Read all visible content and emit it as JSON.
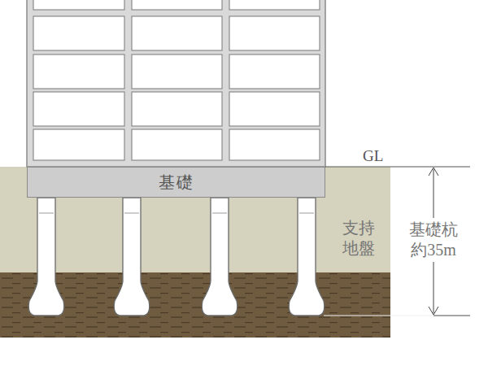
{
  "diagram": {
    "nodes": [
      {
        "text": [
          "基礎"
        ]
      }
    ],
    "labels": [
      "GL",
      "支持 地盤",
      "基礎杭 約35m"
    ]
  }
}
